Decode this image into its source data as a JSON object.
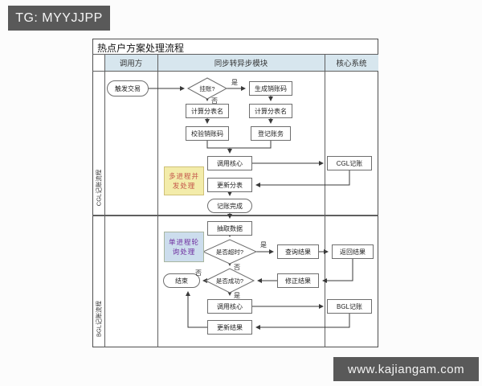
{
  "top_badge": {
    "text": "TG: MYYJJPP"
  },
  "bottom_badge": {
    "text": "www.kajiangam.com"
  },
  "colors": {
    "badge_bg": "#595959",
    "header_fill": "#d7e6ee",
    "grid_line": "#5f5f5f",
    "note_yellow_bg": "#f3ecaa",
    "note_yellow_text": "#c4564a",
    "note_purple_bg": "#ccdded",
    "note_purple_text": "#7030a0"
  },
  "diagram": {
    "title": "热点户方案处理流程",
    "columns": [
      "调用方",
      "同步转异步模块",
      "核心系统"
    ],
    "lanes": [
      "CGL记账流程",
      "BGL记账流程"
    ],
    "notes": [
      {
        "text": "多进程并发处理"
      },
      {
        "text": "单进程轮询处理"
      }
    ],
    "edge_labels": {
      "yes": "是",
      "no": "否"
    },
    "nodes": {
      "trigger": "触发交易",
      "pending_check": "挂账?",
      "gen_code": "生成销账码",
      "calc_table_right": "计算分表名",
      "register_account": "登记账务",
      "calc_table_left": "计算分表名",
      "verify_code": "校验销账码",
      "call_core_1": "调用核心",
      "cgl_post": "CGL记账",
      "update_table": "更新分表",
      "post_done": "记账完成",
      "extract_data": "抽取数据",
      "timeout_check": "是否超时?",
      "query_result": "查询结果",
      "return_result": "返回结果",
      "fix_result": "修正结果",
      "success_check": "是否成功?",
      "end": "结束",
      "call_core_2": "调用核心",
      "bgl_post": "BGL记账",
      "update_result": "更新结果"
    }
  }
}
